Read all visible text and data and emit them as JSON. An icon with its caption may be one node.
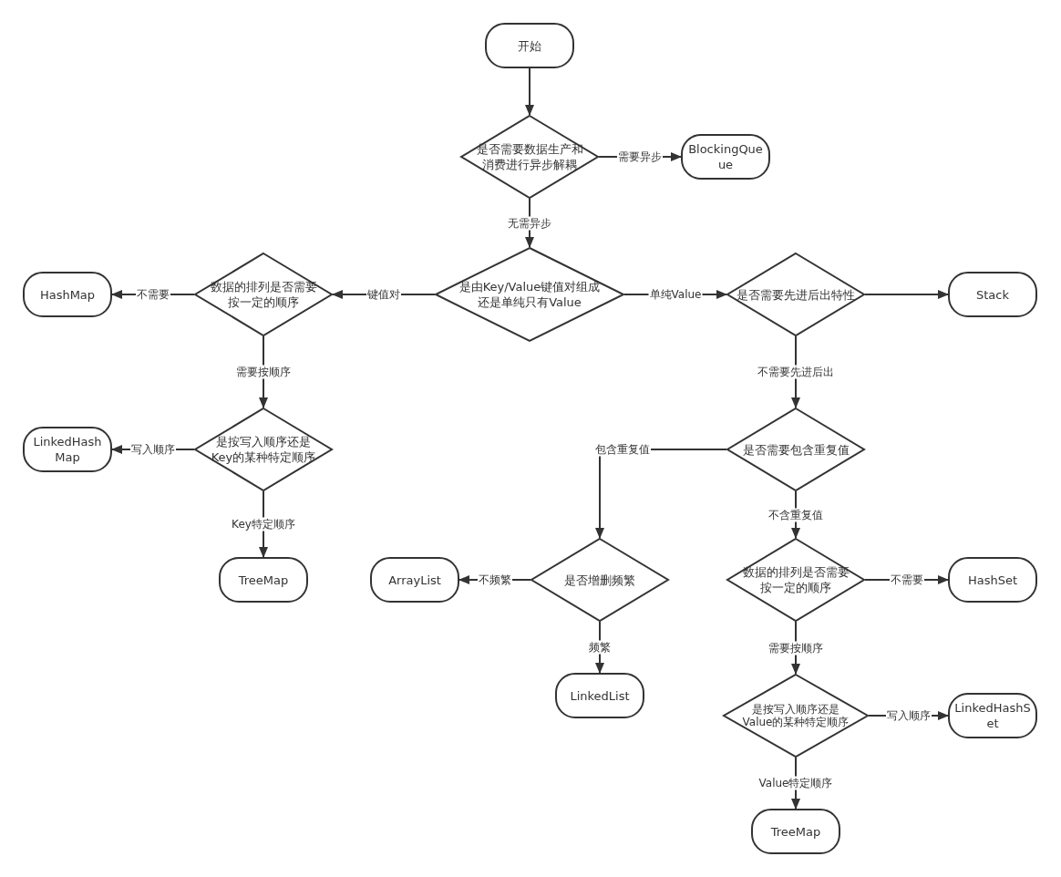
{
  "diagram": {
    "nodes": [
      {
        "text": [
          "开始"
        ]
      },
      {
        "text": [
          "是否需要数据生产和消费进行异步解耦"
        ]
      },
      {
        "text": [
          "BlockingQueue"
        ]
      },
      {
        "text": [
          "是由Key/Value键值对组成还是单纯只有Value"
        ]
      },
      {
        "text": [
          "数据的排列是否需要按一定的顺序"
        ]
      },
      {
        "text": [
          "HashMap"
        ]
      },
      {
        "text": [
          "是按写入顺序还是Key的某种特定顺序"
        ]
      },
      {
        "text": [
          "LinkedHashMap"
        ]
      },
      {
        "text": [
          "TreeMap"
        ]
      },
      {
        "text": [
          "是否需要先进后出特性"
        ]
      },
      {
        "text": [
          "Stack"
        ]
      },
      {
        "text": [
          "是否需要包含重复值"
        ]
      },
      {
        "text": [
          "是否增删频繁"
        ]
      },
      {
        "text": [
          "ArrayList"
        ]
      },
      {
        "text": [
          "LinkedList"
        ]
      },
      {
        "text": [
          "数据的排列是否需要按一定的顺序"
        ]
      },
      {
        "text": [
          "HashSet"
        ]
      },
      {
        "text": [
          "是按写入顺序还是Value的某种特定顺序"
        ]
      },
      {
        "text": [
          "LinkedHashSet"
        ]
      },
      {
        "text": [
          "TreeMap"
        ]
      }
    ],
    "edges": [
      {
        "from": 0,
        "to": 1,
        "arrow": "to"
      },
      {
        "from": 1,
        "to": 2,
        "arrow": "to",
        "label": "需要异步"
      },
      {
        "from": 1,
        "to": 3,
        "arrow": "to",
        "label": "无需异步"
      },
      {
        "from": 3,
        "to": 4,
        "arrow": "to",
        "label": "键值对"
      },
      {
        "from": 3,
        "to": 9,
        "arrow": "to",
        "label": "单纯Value"
      },
      {
        "from": 4,
        "to": 5,
        "arrow": "to",
        "label": "不需要"
      },
      {
        "from": 4,
        "to": 6,
        "arrow": "to",
        "label": "需要按顺序"
      },
      {
        "from": 6,
        "to": 7,
        "arrow": "to",
        "label": "写入顺序"
      },
      {
        "from": 6,
        "to": 8,
        "arrow": "to",
        "label": "Key特定顺序"
      },
      {
        "from": 9,
        "to": 10,
        "arrow": "to"
      },
      {
        "from": 9,
        "to": 11,
        "arrow": "to",
        "label": "不需要先进后出"
      },
      {
        "from": 11,
        "to": 12,
        "arrow": "to",
        "label": "包含重复值"
      },
      {
        "from": 11,
        "to": 15,
        "arrow": "to",
        "label": "不含重复值"
      },
      {
        "from": 12,
        "to": 13,
        "arrow": "to",
        "label": "不频繁"
      },
      {
        "from": 12,
        "to": 14,
        "arrow": "to",
        "label": "频繁"
      },
      {
        "from": 15,
        "to": 16,
        "arrow": "to",
        "label": "不需要"
      },
      {
        "from": 15,
        "to": 17,
        "arrow": "to",
        "label": "需要按顺序"
      },
      {
        "from": 17,
        "to": 18,
        "arrow": "to",
        "label": "写入顺序"
      },
      {
        "from": 17,
        "to": 19,
        "arrow": "to",
        "label": "Value特定顺序"
      }
    ]
  }
}
